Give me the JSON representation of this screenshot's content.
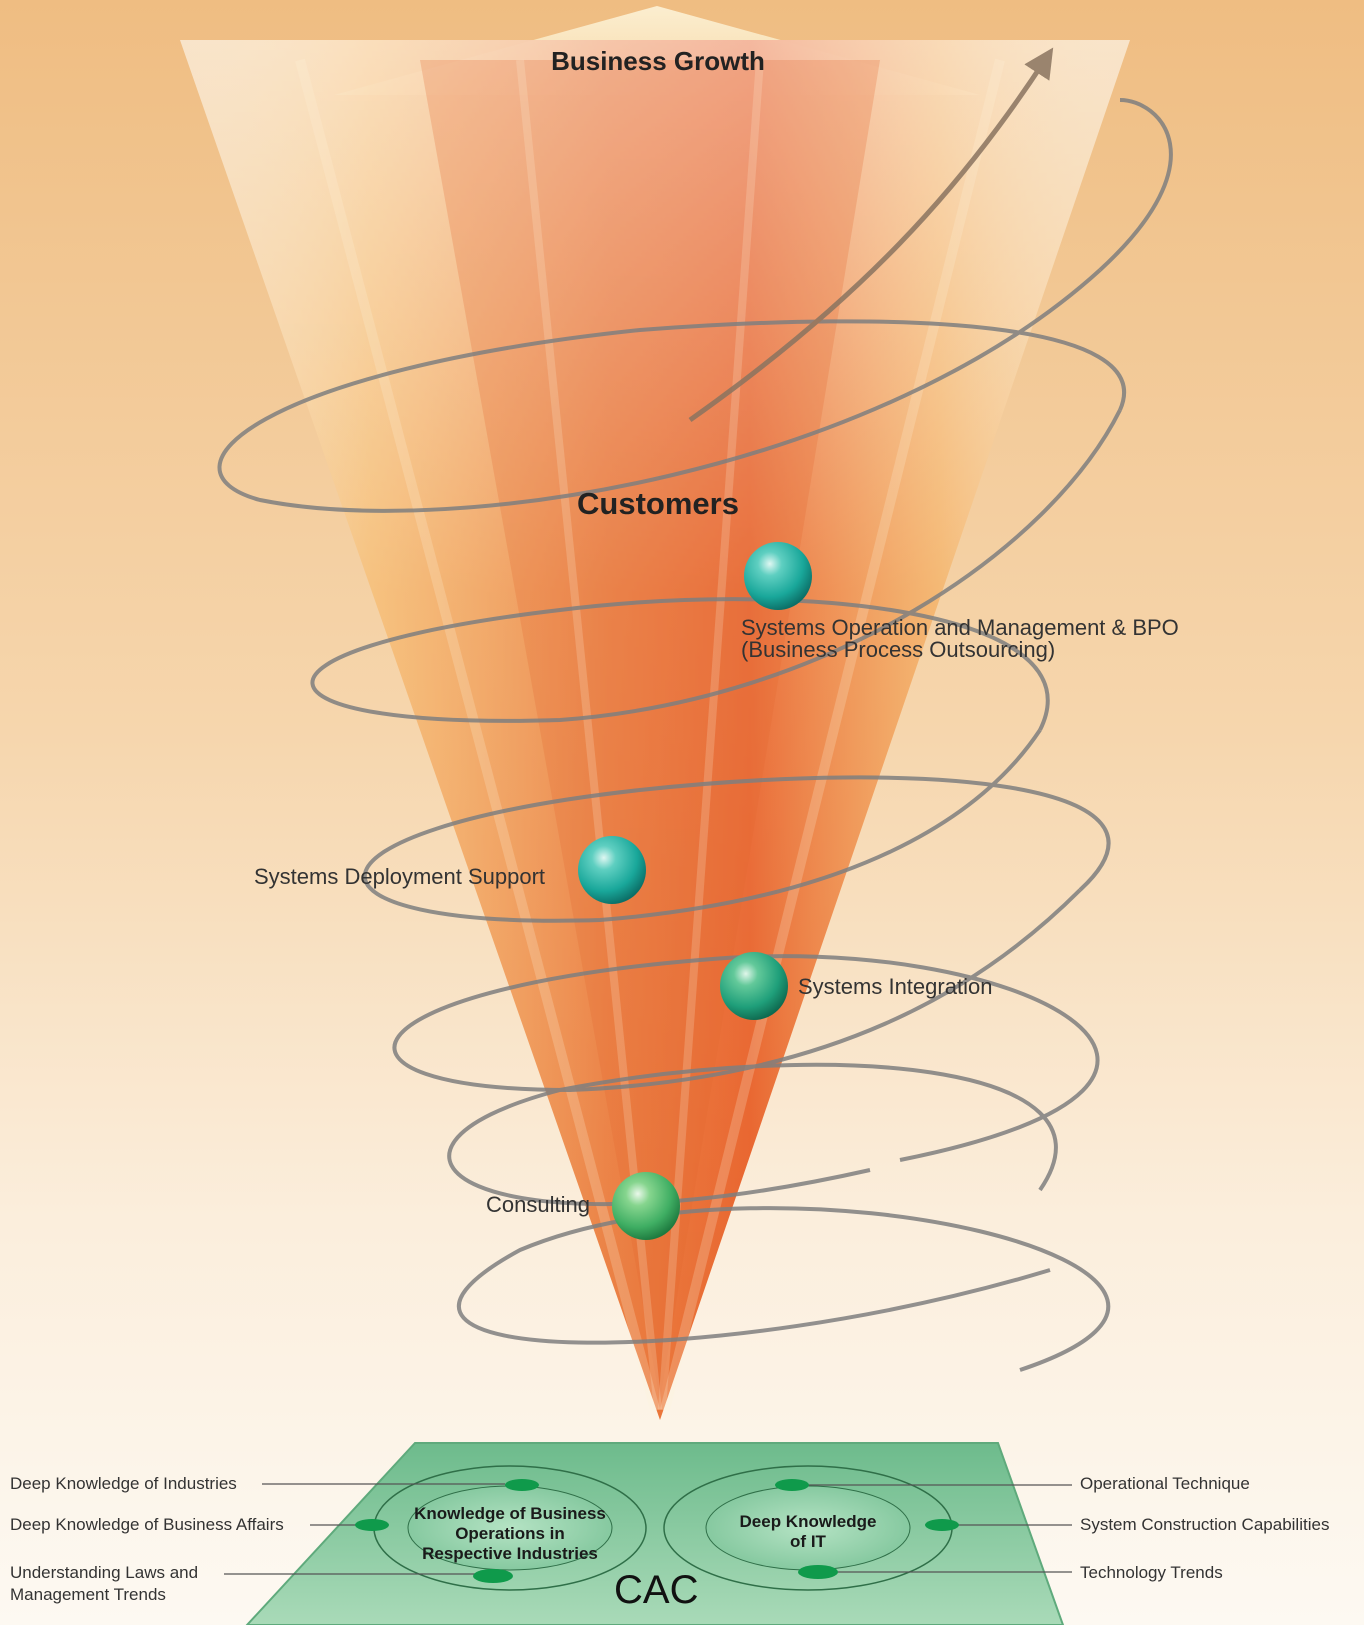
{
  "diagram": {
    "top_label": "Business Growth",
    "center_label": "Customers",
    "services": [
      {
        "label": "Systems Operation and Management & BPO",
        "label_line2": "(Business Process Outsourcing)"
      },
      {
        "label": "Systems Deployment Support"
      },
      {
        "label": "Systems Integration"
      },
      {
        "label": "Consulting"
      }
    ],
    "platform": {
      "name": "CAC",
      "left_ring": {
        "line1": "Knowledge of Business",
        "line2": "Operations in",
        "line3": "Respective Industries"
      },
      "right_ring": {
        "line1": "Deep Knowledge",
        "line2": "of IT"
      },
      "left_items": [
        {
          "label": "Deep Knowledge of Industries"
        },
        {
          "label": "Deep Knowledge of Business Affairs"
        },
        {
          "label": "Understanding Laws and",
          "label_line2": "Management Trends"
        }
      ],
      "right_items": [
        {
          "label": "Operational Technique"
        },
        {
          "label": "System Construction Capabilities"
        },
        {
          "label": "Technology Trends"
        }
      ]
    },
    "colors": {
      "background_top": "#efbd82",
      "background_bottom": "#fdf9f2",
      "cone_core": "#e8622a",
      "cone_edge": "#f6c37a",
      "spiral": "#808080",
      "sphere_teal": "#19a79a",
      "sphere_green": "#3fae63",
      "platform": "#7fc49a",
      "node": "#0f9a4b"
    }
  }
}
